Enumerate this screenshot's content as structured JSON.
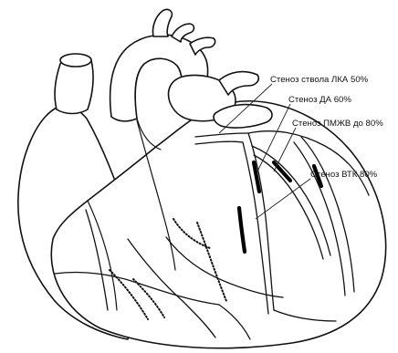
{
  "labels": [
    {
      "id": "lca-trunk",
      "text": "Стеноз ствола ЛКА 50%"
    },
    {
      "id": "lad",
      "text": "Стеноз ДА 60%"
    },
    {
      "id": "lad-upto",
      "text": "Стеноз ПМЖВ до 80%"
    },
    {
      "id": "omb",
      "text": "Стеноз ВТК 80%"
    }
  ],
  "colors": {
    "line": "#111111",
    "background": "#ffffff"
  }
}
